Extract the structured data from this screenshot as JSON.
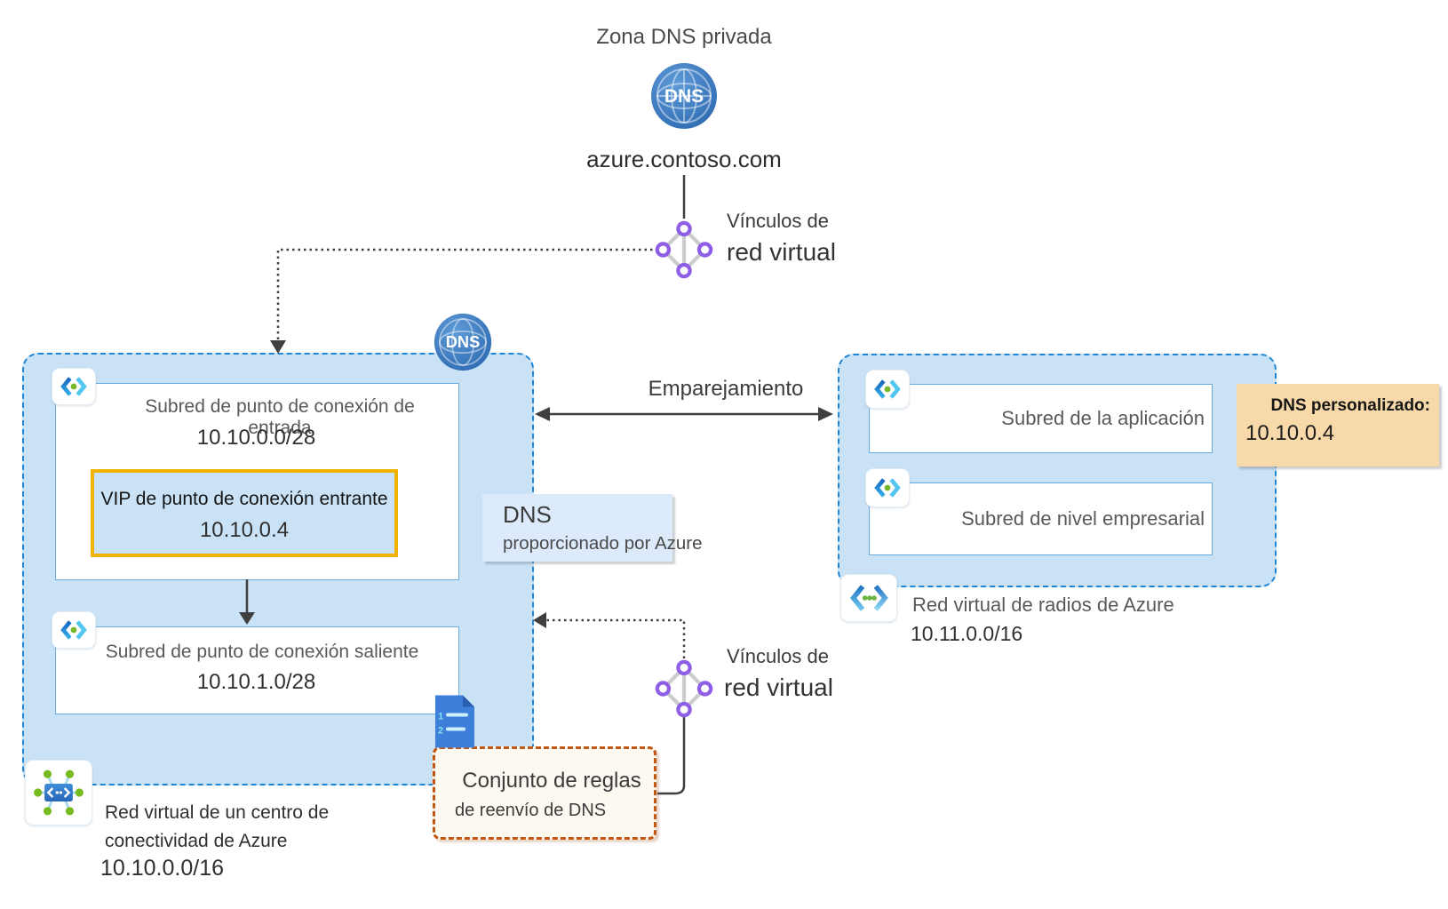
{
  "colors": {
    "vnet_fill": "#c9e2f6",
    "vnet_border": "#1f86d6",
    "subnet_border": "#6aabdf",
    "vip_border": "#f0b400",
    "ruleset_border": "#c1570f",
    "ruleset_fill": "#fdf9f0",
    "custom_dns_fill": "#f8d9a9",
    "azure_dns_fill": "#dceafb",
    "link_purple": "#8e5fe6",
    "arrow": "#3f3f3f",
    "dns_globe": "#3a7bc2",
    "green_dot": "#76bc21"
  },
  "dns_zone": {
    "title": "Zona DNS privada",
    "icon_label": "DNS",
    "domain": "azure.contoso.com"
  },
  "vnet_link_top": {
    "line1": "Vínculos de",
    "line2": "red virtual"
  },
  "vnet_link_bottom": {
    "line1": "Vínculos de",
    "line2": "red virtual"
  },
  "hub": {
    "dns_icon_label": "DNS",
    "inbound": {
      "title": "Subred de punto de conexión de entrada",
      "cidr": "10.10.0.0/28"
    },
    "vip": {
      "title": "VIP de punto de conexión entrante",
      "ip": "10.10.0.4"
    },
    "outbound": {
      "title": "Subred de punto de conexión saliente",
      "cidr": "10.10.1.0/28"
    },
    "label_line1": "Red virtual de un centro de",
    "label_line2": "conectividad de Azure",
    "cidr": "10.10.0.0/16"
  },
  "azure_dns": {
    "line1": "DNS",
    "line2": "proporcionado por Azure"
  },
  "peering": {
    "label": "Emparejamiento"
  },
  "spoke": {
    "app_subnet": "Subred de la aplicación",
    "business_subnet": "Subred de nivel empresarial",
    "label": "Red virtual de radios de Azure",
    "cidr": "10.11.0.0/16"
  },
  "custom_dns": {
    "label": "DNS personalizado:",
    "ip": "10.10.0.4"
  },
  "ruleset": {
    "line1": "Conjunto de reglas",
    "line2": "de reenvío de DNS"
  }
}
